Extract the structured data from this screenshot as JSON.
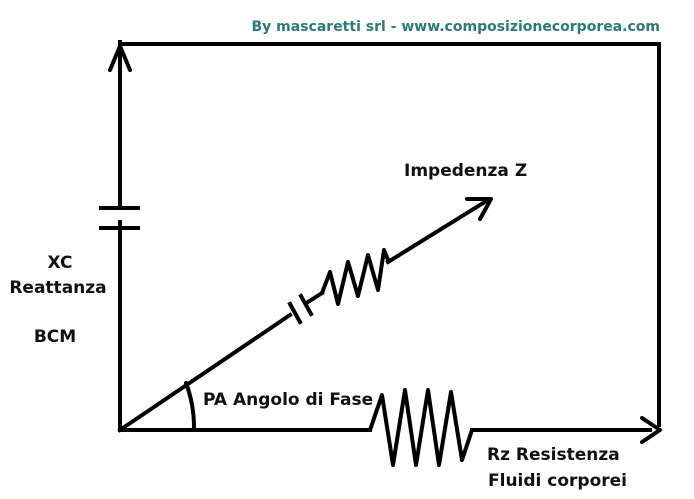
{
  "credit": "By mascaretti srl - www.composizionecorporea.com",
  "labels": {
    "impedance": "Impedenza Z",
    "xc": "XC",
    "reactance": "Reattanza",
    "bcm": "BCM",
    "phase_angle": "PA Angolo di Fase",
    "resistance": "Rz Resistenza",
    "fluids": "Fluidi corporei"
  },
  "colors": {
    "credit_text": "#2a7a7a",
    "line": "#000000",
    "text": "#111111"
  }
}
